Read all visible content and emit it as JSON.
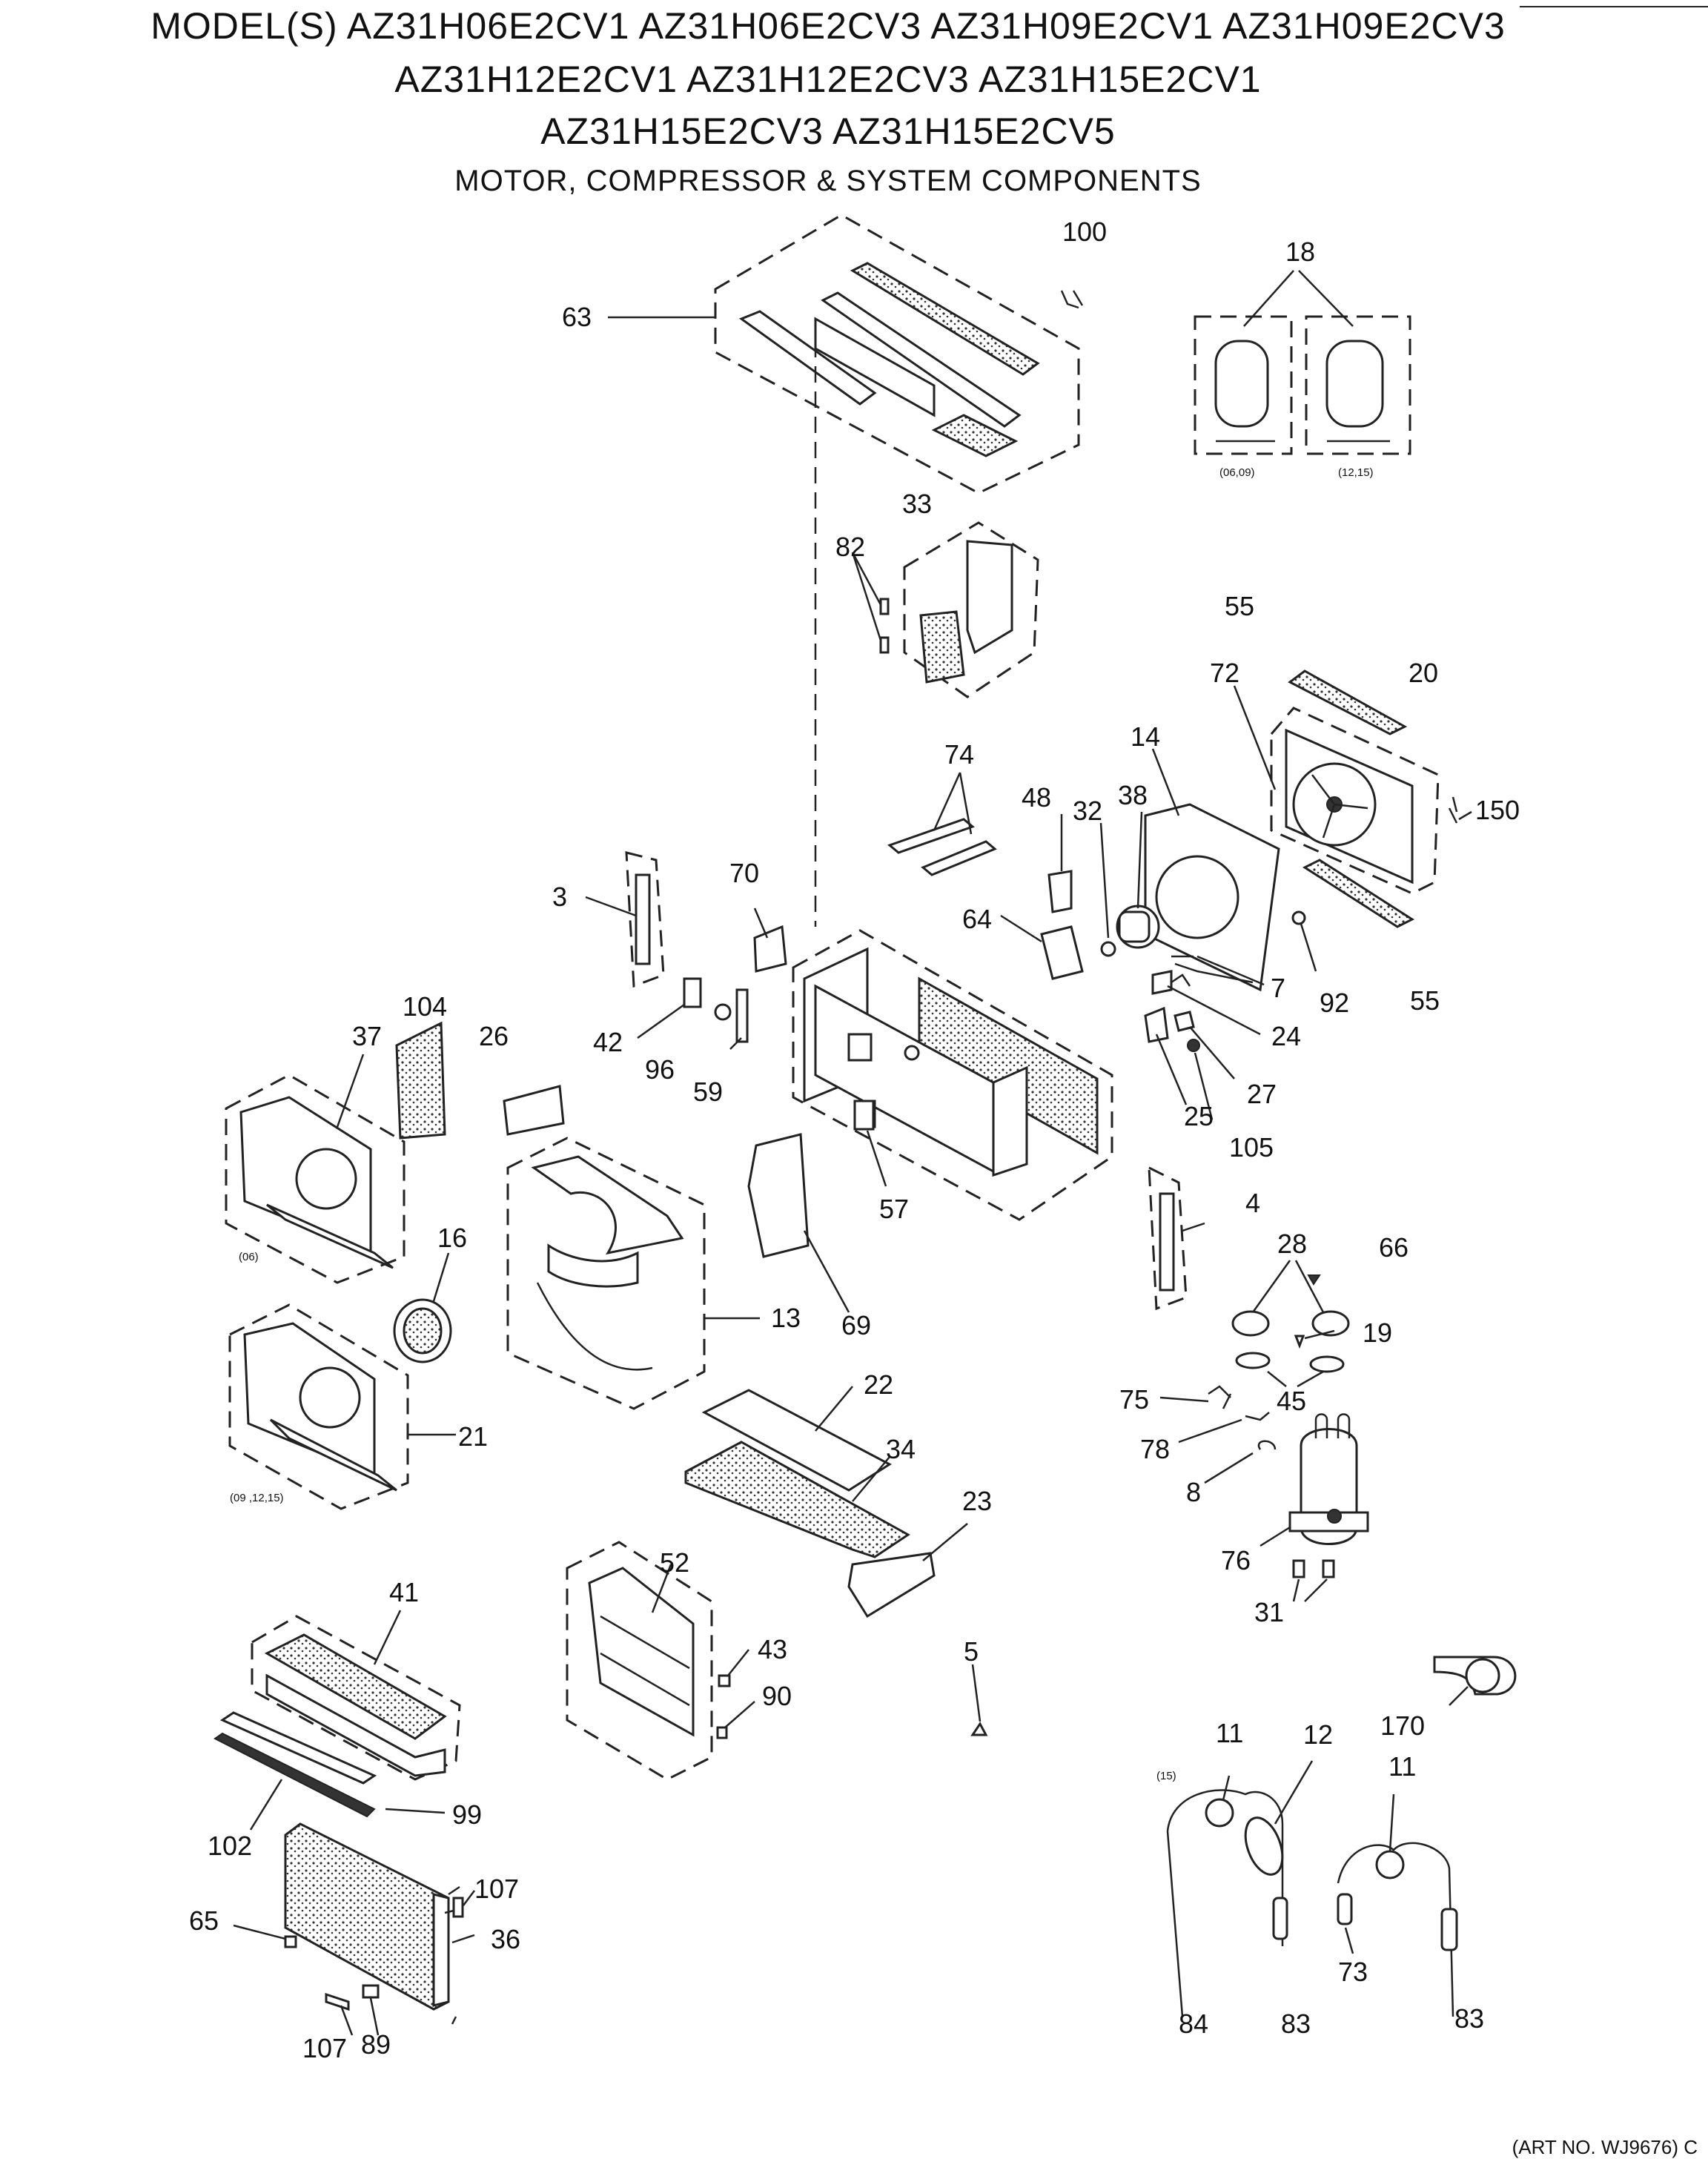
{
  "header": {
    "line1": "MODEL(S) AZ31H06E2CV1 AZ31H06E2CV3 AZ31H09E2CV1 AZ31H09E2CV3",
    "line2": "AZ31H12E2CV1 AZ31H12E2CV3 AZ31H15E2CV1",
    "line3": "AZ31H15E2CV3 AZ31H15E2CV5",
    "subtitle": "MOTOR, COMPRESSOR & SYSTEM COMPONENTS"
  },
  "parts": {
    "p100": "100",
    "p18": "18",
    "p63": "63",
    "p33": "33",
    "p82": "82",
    "p55a": "55",
    "p55b": "55",
    "p20": "20",
    "p72": "72",
    "p14": "14",
    "p74": "74",
    "p48": "48",
    "p32": "32",
    "p38": "38",
    "p150": "150",
    "p3": "3",
    "p70": "70",
    "p64": "64",
    "p7": "7",
    "p92": "92",
    "p104": "104",
    "p26": "26",
    "p37": "37",
    "p42": "42",
    "p96": "96",
    "p59": "59",
    "p24": "24",
    "p27": "27",
    "p25": "25",
    "p105": "105",
    "p57": "57",
    "p4": "4",
    "p16": "16",
    "p28": "28",
    "p66": "66",
    "p13": "13",
    "p69": "69",
    "p19": "19",
    "p45": "45",
    "p21": "21",
    "p22": "22",
    "p75": "75",
    "p34": "34",
    "p78": "78",
    "p8": "8",
    "p23": "23",
    "p76": "76",
    "p31": "31",
    "p41": "41",
    "p52": "52",
    "p43": "43",
    "p5": "5",
    "p90": "90",
    "p170": "170",
    "p11a": "11",
    "p12": "12",
    "p11b": "11",
    "p99": "99",
    "p102": "102",
    "p107a": "107",
    "p65": "65",
    "p36": "36",
    "p73": "73",
    "p84": "84",
    "p83a": "83",
    "p83b": "83",
    "p107b": "107",
    "p89": "89"
  },
  "notes": {
    "n_0609": "(06,09)",
    "n_1215": "(12,15)",
    "n_06": "(06)",
    "n_091215": "(09 ,12,15)",
    "n_15": "(15)"
  },
  "footer": {
    "art_no": "(ART NO. WJ9676) C"
  }
}
